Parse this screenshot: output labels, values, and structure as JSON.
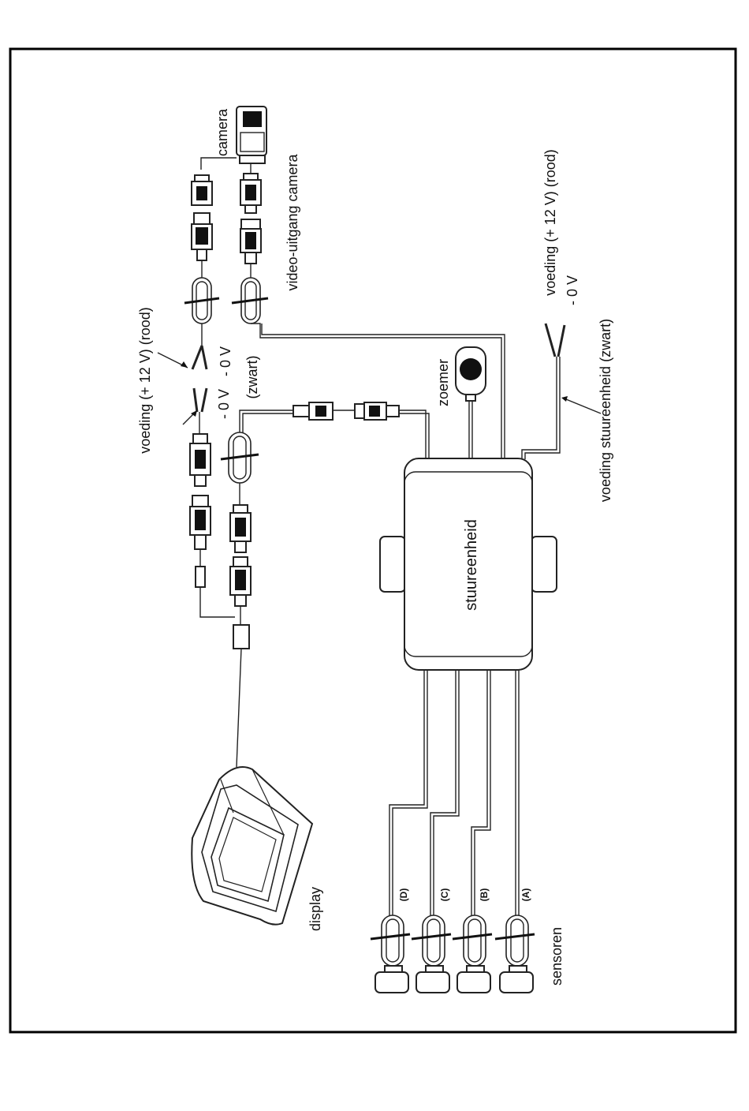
{
  "labels": {
    "camera": "camera",
    "video_out": "video-uitgang camera",
    "power_display": "voeding (+ 12 V) (rood)",
    "zero_v_top": "- 0 V",
    "zero_v_mid": "- 0 V",
    "zwart": "(zwart)",
    "zoemer": "zoemer",
    "power_unit": "voeding (+ 12 V) (rood)",
    "zero_v_right": "- 0 V",
    "power_unit_black": "voeding stuureenheid (zwart)",
    "control_unit": "stuureenheid",
    "display": "display",
    "sensoren": "sensoren",
    "sensor_a": "(A)",
    "sensor_b": "(B)",
    "sensor_c": "(C)",
    "sensor_d": "(D)"
  }
}
